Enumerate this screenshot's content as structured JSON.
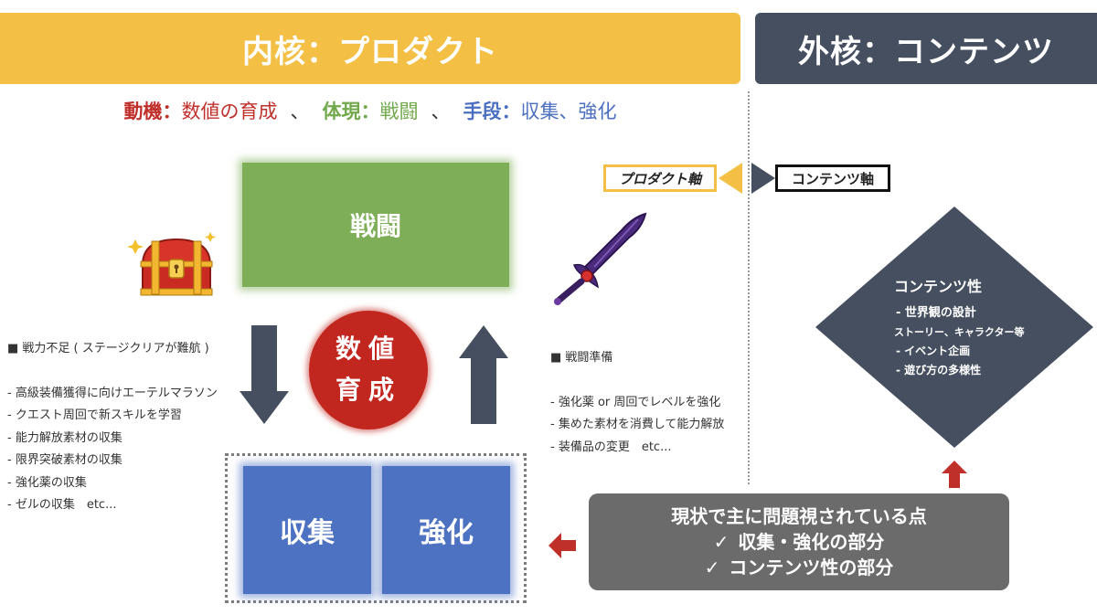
{
  "header": {
    "inner_title": "内核：プロダクト",
    "outer_title": "外核：コンテンツ"
  },
  "tagline": {
    "motive_label": "動機：",
    "motive_value": "数値の育成",
    "embody_label": "体現：",
    "embody_value": "戦闘",
    "means_label": "手段：",
    "means_value": "収集、強化",
    "separator": "、"
  },
  "cycle": {
    "battle": "戦闘",
    "growth_line1": "数値",
    "growth_line2": "育成",
    "collect": "収集",
    "enhance": "強化"
  },
  "left_notes": {
    "header": "■ 戦力不足 ( ステージクリアが難航 )",
    "items": [
      "- 高級装備獲得に向けエーテルマラソン",
      "- クエスト周回で新スキルを学習",
      "- 能力解放素材の収集",
      "- 限界突破素材の収集",
      "- 強化薬の収集",
      "- ゼルの収集　etc..."
    ]
  },
  "right_notes": {
    "header": "■ 戦闘準備",
    "items": [
      "- 強化薬 or 周回でレベルを強化",
      "- 集めた素材を消費して能力解放",
      "- 装備品の変更　etc..."
    ]
  },
  "axes": {
    "product_axis": "プロダクト軸",
    "content_axis": "コンテンツ軸"
  },
  "content_diamond": {
    "title": "コンテンツ性",
    "items": [
      "- 世界観の設計",
      "ストーリー、キャラクター等",
      "- イベント企画",
      "- 遊び方の多様性"
    ]
  },
  "problem_box": {
    "title": "現状で主に問題視されている点",
    "point1": "収集・強化の部分",
    "point2": "コンテンツ性の部分"
  },
  "icons": {
    "treasure_chest": "treasure-chest-icon",
    "sword": "sword-icon"
  },
  "colors": {
    "inner_banner": "#f4bf45",
    "outer_banner": "#454f60",
    "battle": "#7fae58",
    "growth": "#c2271f",
    "collect_enhance": "#4e72c2",
    "problem": "#6b6b6b",
    "arrows": "#454f60",
    "red_accent": "#c0302b"
  }
}
